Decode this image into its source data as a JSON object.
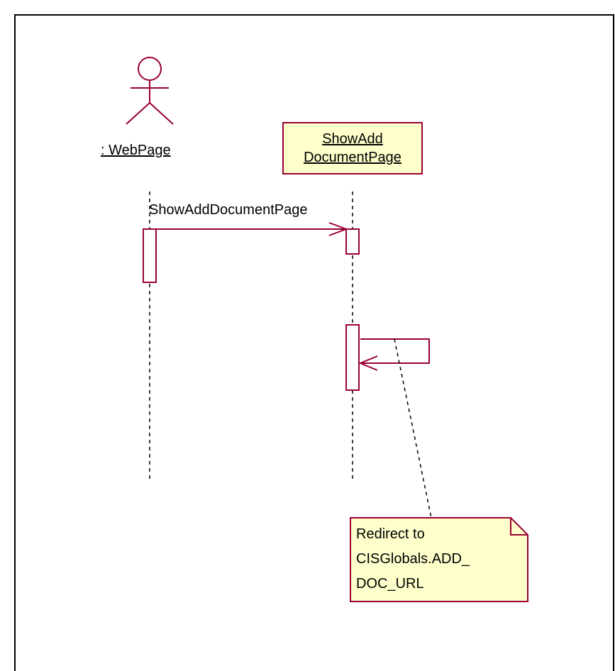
{
  "diagram": {
    "actor": {
      "name": ": WebPage"
    },
    "object": {
      "name_line1": "ShowAdd",
      "name_line2": "DocumentPage"
    },
    "messages": [
      {
        "label": "ShowAddDocumentPage",
        "from": "actor",
        "to": "object"
      },
      {
        "label": "",
        "from": "object",
        "to": "object",
        "kind": "self-call"
      }
    ],
    "note": {
      "line1": "Redirect to",
      "line2": "CISGlobals.ADD_",
      "line3": "DOC_URL"
    }
  },
  "colors": {
    "line": "#990033",
    "box_fill": "#ffffcc",
    "frame": "#000000",
    "text": "#000000"
  }
}
